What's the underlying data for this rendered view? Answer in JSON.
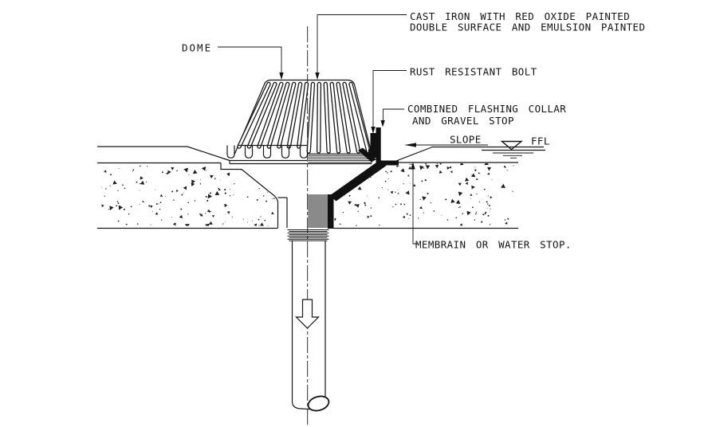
{
  "drawing": {
    "type": "construction-detail",
    "subject": "roof-drain-section-detail"
  },
  "annotations": {
    "cast_iron": {
      "line1": "CAST IRON WITH RED OXIDE PAINTED",
      "line2": "DOUBLE SURFACE AND EMULSION PAINTED"
    },
    "dome": "DOME",
    "rust_bolt": "RUST RESISTANT BOLT",
    "flashing": {
      "line1": "COMBINED FLASHING COLLAR",
      "line2": "AND GRAVEL STOP"
    },
    "slope": "SLOPE",
    "ffl": "FFL",
    "membrane": "MEMBRAIN OR WATER STOP."
  },
  "symbols": {
    "ffl_level_icon": "inverted-triangle-water-level",
    "flow_arrow_icon": "hollow-down-arrow",
    "centerline_icon": "dash-dot-centerline",
    "pipe_break_icon": "loop-break-symbol"
  },
  "colors": {
    "ink": "#161616",
    "background": "#ffffff"
  }
}
